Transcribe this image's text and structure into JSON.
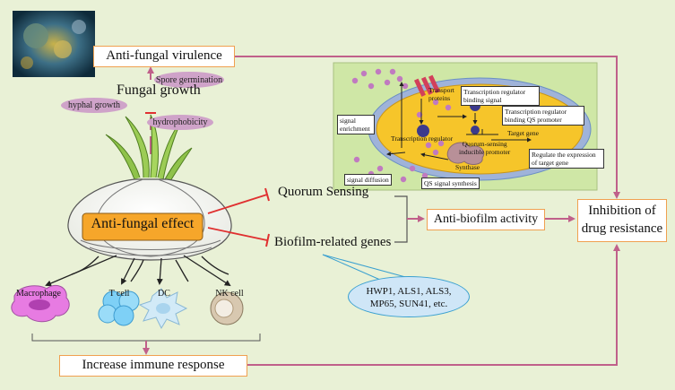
{
  "top": {
    "virulence": "Anti-fungal virulence",
    "spore": "Spore germination",
    "growth": "Fungal growth",
    "hyphal": "hyphal growth",
    "hydrophobicity": "hydrophobicity"
  },
  "center": {
    "effect": "Anti-fungal effect",
    "quorum": "Quorum Sensing",
    "biofilm_genes": "Biofilm-related genes",
    "anti_biofilm": "Anti-biofilm activity",
    "inhibition_l1": "Inhibition of",
    "inhibition_l2": "drug resistance",
    "genes_l1": "HWP1, ALS1, ALS3,",
    "genes_l2": "MP65, SUN41, etc."
  },
  "cells": {
    "macrophage": "Macrophage",
    "tcell": "T cell",
    "dc": "DC",
    "nk": "NK cell"
  },
  "immune": "Increase immune response",
  "qs": {
    "transport_l1": "Transport",
    "transport_l2": "proteins",
    "tr_binding_l1": "Transcription regulator",
    "tr_binding_l2": "binding signal",
    "tr_qs_l1": "Transcription regulator",
    "tr_qs_l2": "binding QS promoter",
    "signal_enrich_l1": "signal",
    "signal_enrich_l2": "enrichment",
    "tr": "Transcription regulator",
    "target_gene": "Target gene",
    "qs_prom_l1": "Quorum-sensing",
    "qs_prom_l2": "inducible promoter",
    "regulate_l1": "Regulate the expression",
    "regulate_l2": "of target gene",
    "synthase": "Synthase",
    "diffusion": "signal diffusion",
    "synthesis": "QS signal synthesis"
  },
  "colors": {
    "background": "#e9f1d6",
    "arrow_pink": "#c0608a",
    "inhibit_red": "#e03030",
    "box_border": "#f0a050",
    "cell_yellow": "#f6c52a",
    "genes_blue": "#cfe6f7"
  }
}
